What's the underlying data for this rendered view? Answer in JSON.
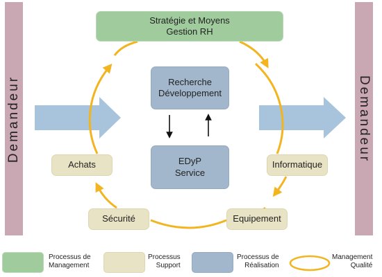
{
  "side_bars": {
    "left_label": "Demandeur",
    "right_label": "Demandeur"
  },
  "boxes": {
    "strategie": "Stratégie et Moyens\nGestion RH",
    "recherche": "Recherche\nDéveloppement",
    "edyp": "EDyP\nService",
    "achats": "Achats",
    "informatique": "Informatique",
    "securite": "Sécurité",
    "equipement": "Equipement"
  },
  "legend": {
    "management": "Processus de\nManagement",
    "support": "Processus\nSupport",
    "realisation": "Processus de\nRéalisation",
    "quality": "Management\nQualité"
  },
  "colors": {
    "management": "#9fcb9d",
    "support": "#e8e3c4",
    "realisation": "#a3b7cc",
    "demandeur": "#c9a8b4",
    "flow_arrow": "#a7c4dc",
    "quality_loop": "#f2b41f"
  }
}
